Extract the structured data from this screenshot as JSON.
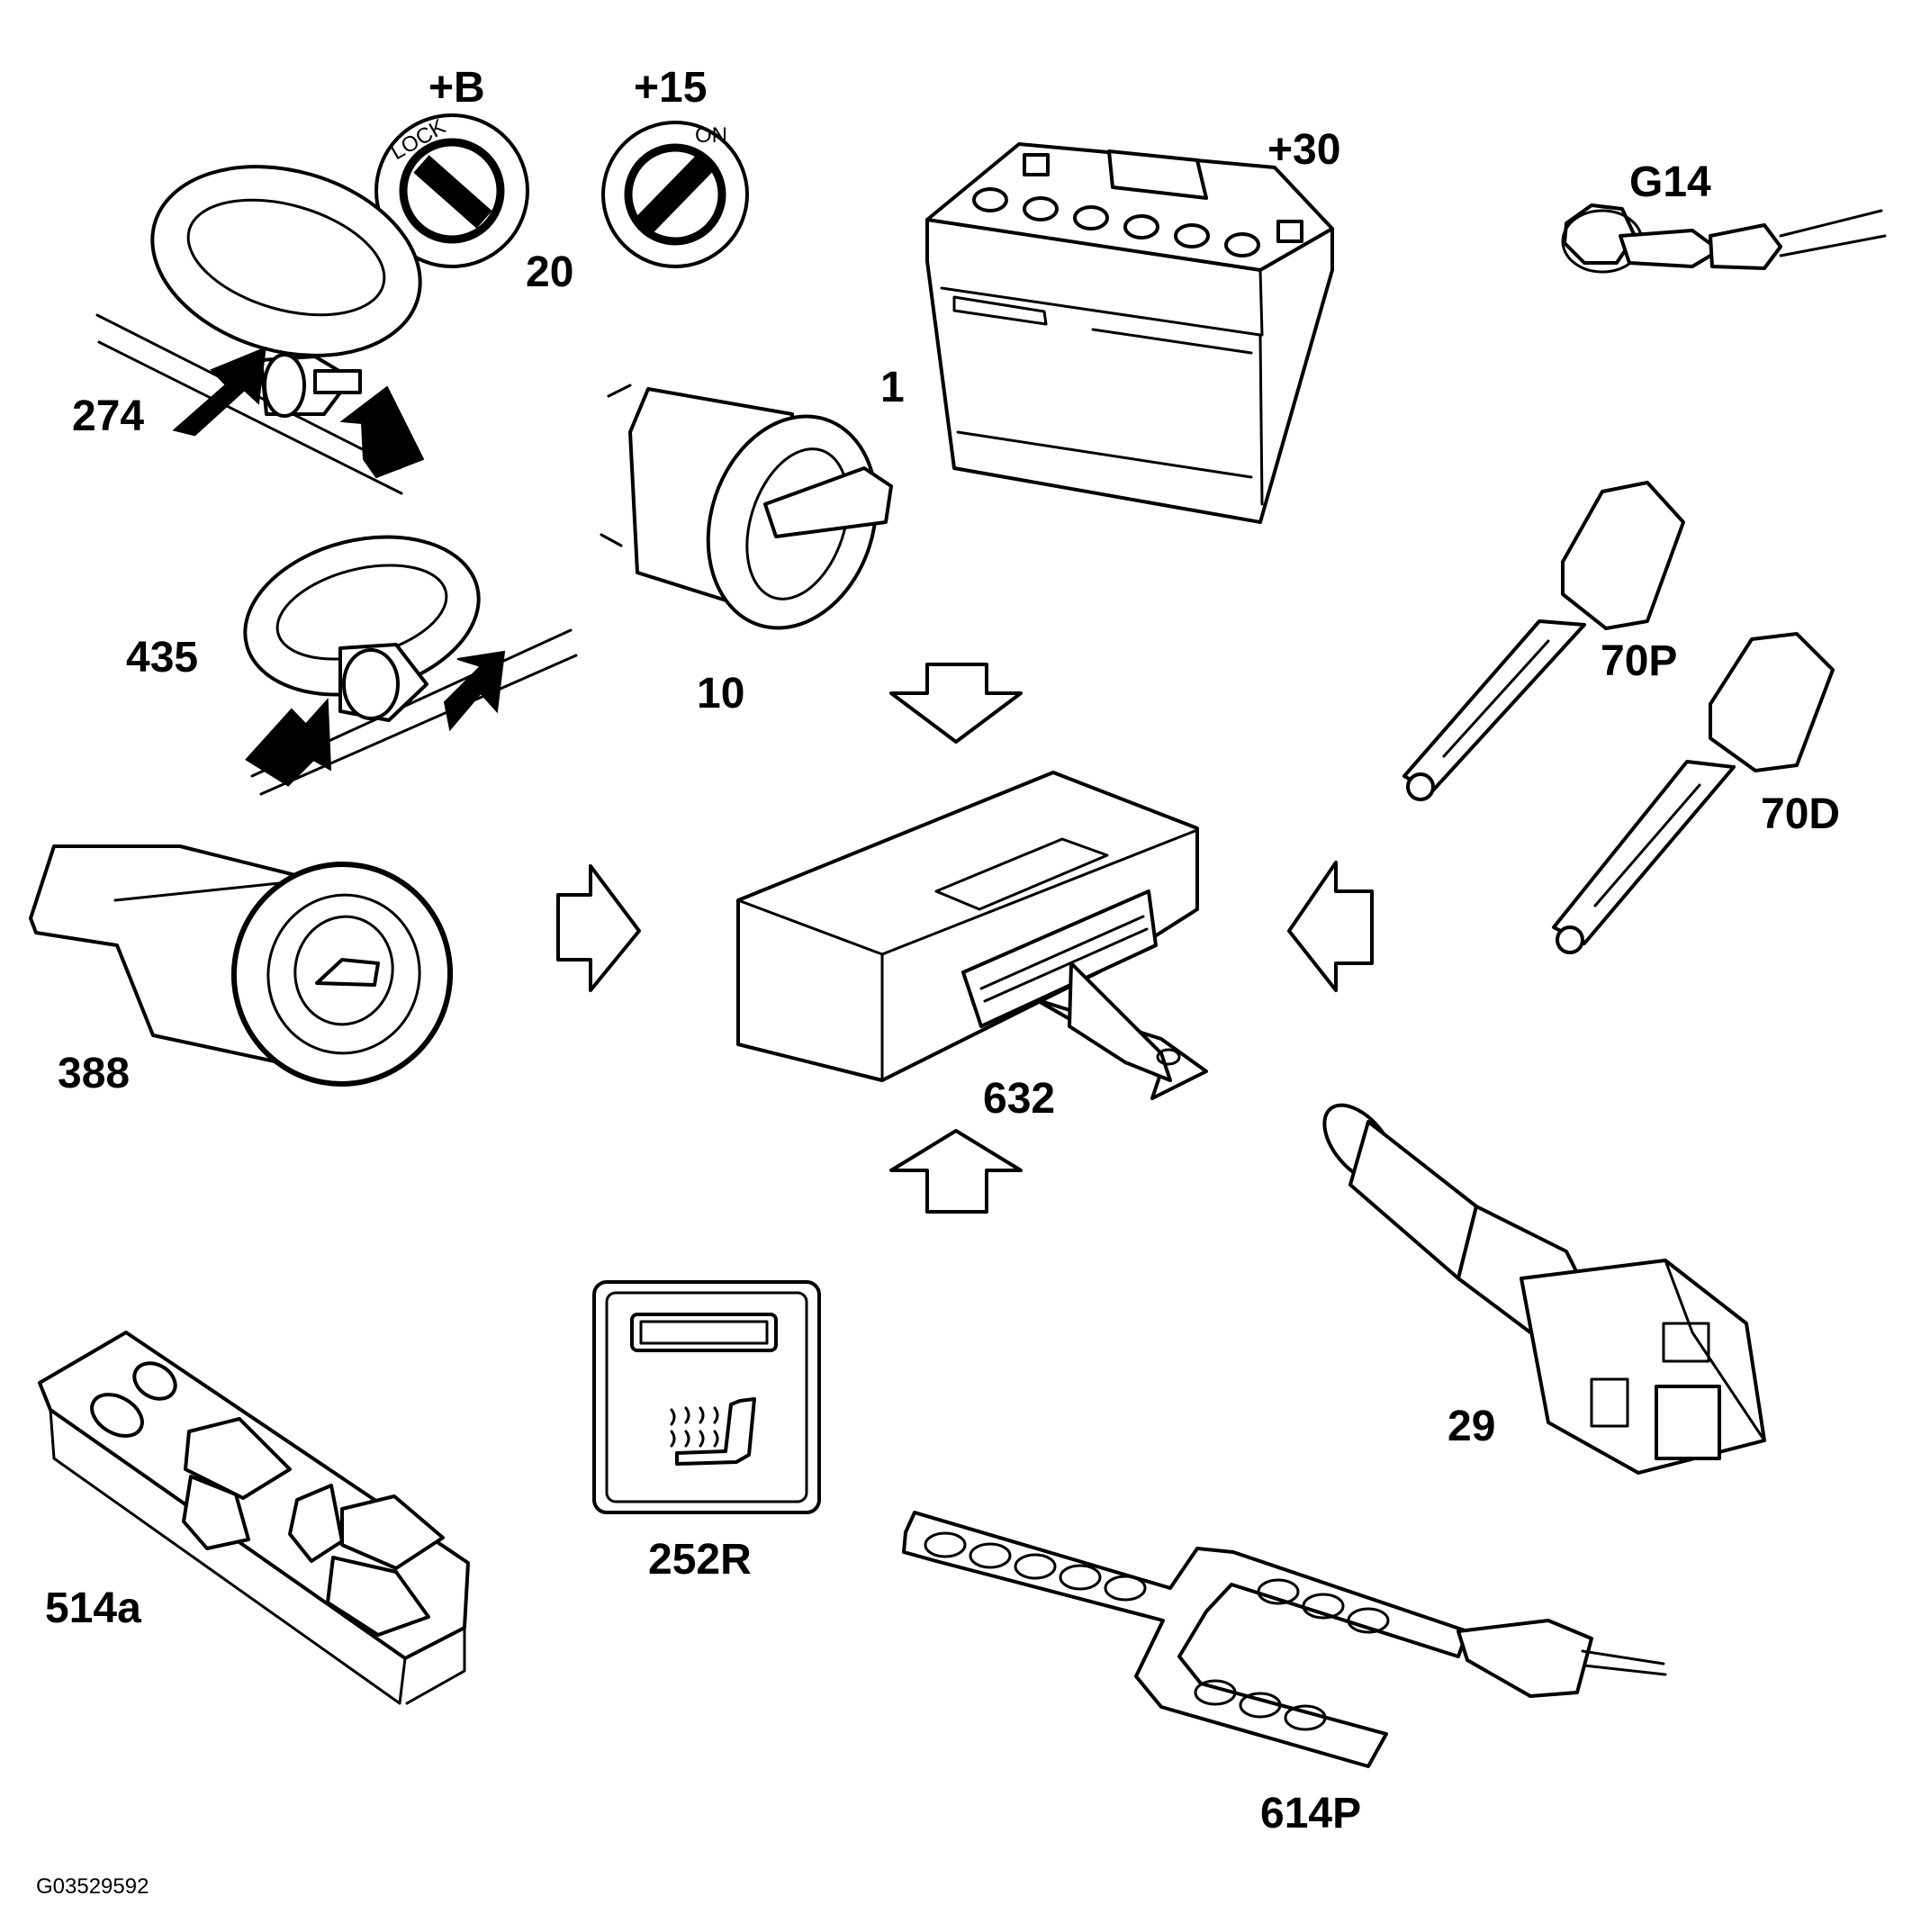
{
  "labels": {
    "plus_b": "+B",
    "plus_15": "+15",
    "plus_30": "+30",
    "g14": "G14",
    "l20": "20",
    "l1": "1",
    "l274": "274",
    "l10": "10",
    "l435": "435",
    "l70p": "70P",
    "l70d": "70D",
    "l388": "388",
    "l632": "632",
    "l29": "29",
    "l514a": "514a",
    "l252r": "252R",
    "l614p": "614P"
  },
  "reference_code": "G03529592",
  "ignition_lock_glyphs": [
    "LOCK",
    "ON"
  ]
}
